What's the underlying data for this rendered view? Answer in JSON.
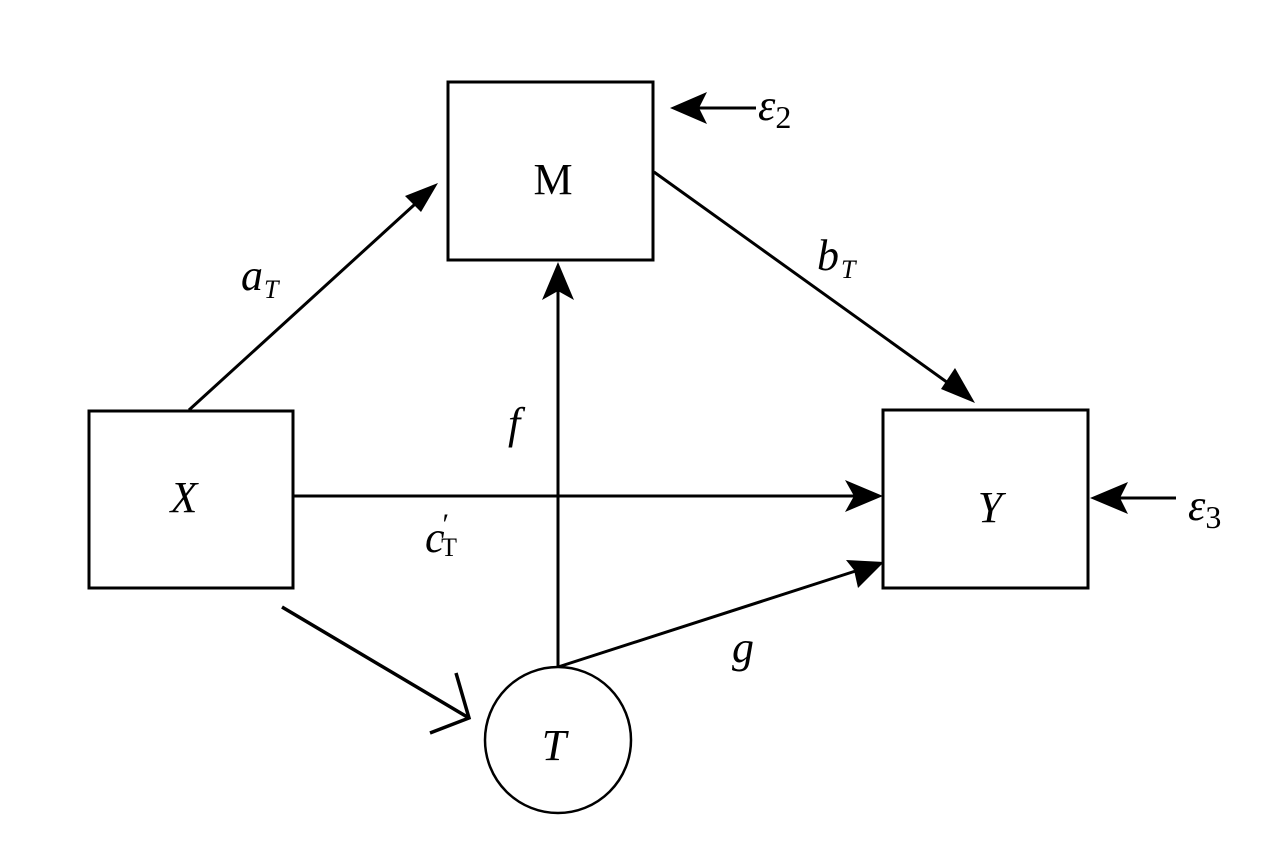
{
  "diagram": {
    "type": "path-diagram",
    "description": "Mediation model with treatment moderator",
    "nodes": {
      "x": {
        "label": "X",
        "shape": "rectangle",
        "italic": true
      },
      "m": {
        "label": "M",
        "shape": "rectangle",
        "italic": false
      },
      "y": {
        "label": "Y",
        "shape": "rectangle",
        "italic": true
      },
      "t": {
        "label": "T",
        "shape": "circle",
        "italic": true
      }
    },
    "edges": {
      "x_to_m": {
        "from": "X",
        "to": "M",
        "label_main": "a",
        "label_sub": "T"
      },
      "m_to_y": {
        "from": "M",
        "to": "Y",
        "label_main": "b",
        "label_sub": "T"
      },
      "x_to_y": {
        "from": "X",
        "to": "Y",
        "label_main": "c",
        "label_prime": "′",
        "label_sub": "T"
      },
      "t_to_m": {
        "from": "T",
        "to": "M",
        "label_main": "f"
      },
      "t_to_y": {
        "from": "T",
        "to": "Y",
        "label_main": "g"
      },
      "x_to_t": {
        "from": "X",
        "to": "T",
        "label_main": ""
      },
      "e2_to_m": {
        "from": "ε2",
        "to": "M",
        "label_main": "ε",
        "label_sub": "2"
      },
      "e3_to_y": {
        "from": "ε3",
        "to": "Y",
        "label_main": "ε",
        "label_sub": "3"
      }
    },
    "colors": {
      "stroke": "#000000",
      "background": "#ffffff"
    }
  }
}
